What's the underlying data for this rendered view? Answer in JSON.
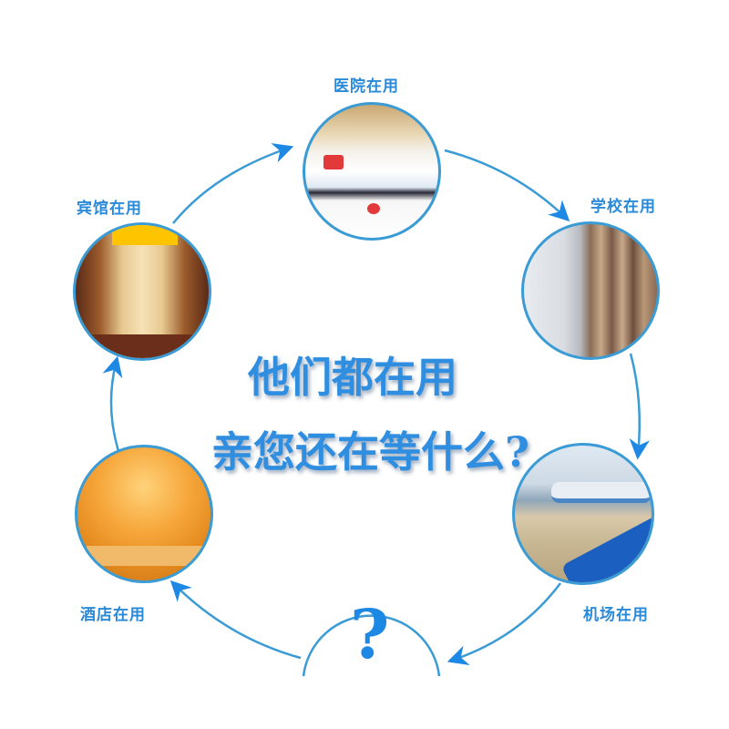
{
  "headline": {
    "line1": "他们都在用",
    "line2": "亲您还在等什么?"
  },
  "nodes": [
    {
      "label": "医院在用",
      "scene": "hospital-reception"
    },
    {
      "label": "学校在用",
      "scene": "school-library"
    },
    {
      "label": "机场在用",
      "scene": "airport-planes"
    },
    {
      "label": "酒店在用",
      "scene": "hotel-lobby"
    },
    {
      "label": "宾馆在用",
      "scene": "guesthouse-corridor"
    }
  ],
  "center_node": {
    "symbol": "?"
  },
  "colors": {
    "accent": "#2a8ad8",
    "line": "#3a9bd5",
    "arrow": "#1e88e5"
  }
}
